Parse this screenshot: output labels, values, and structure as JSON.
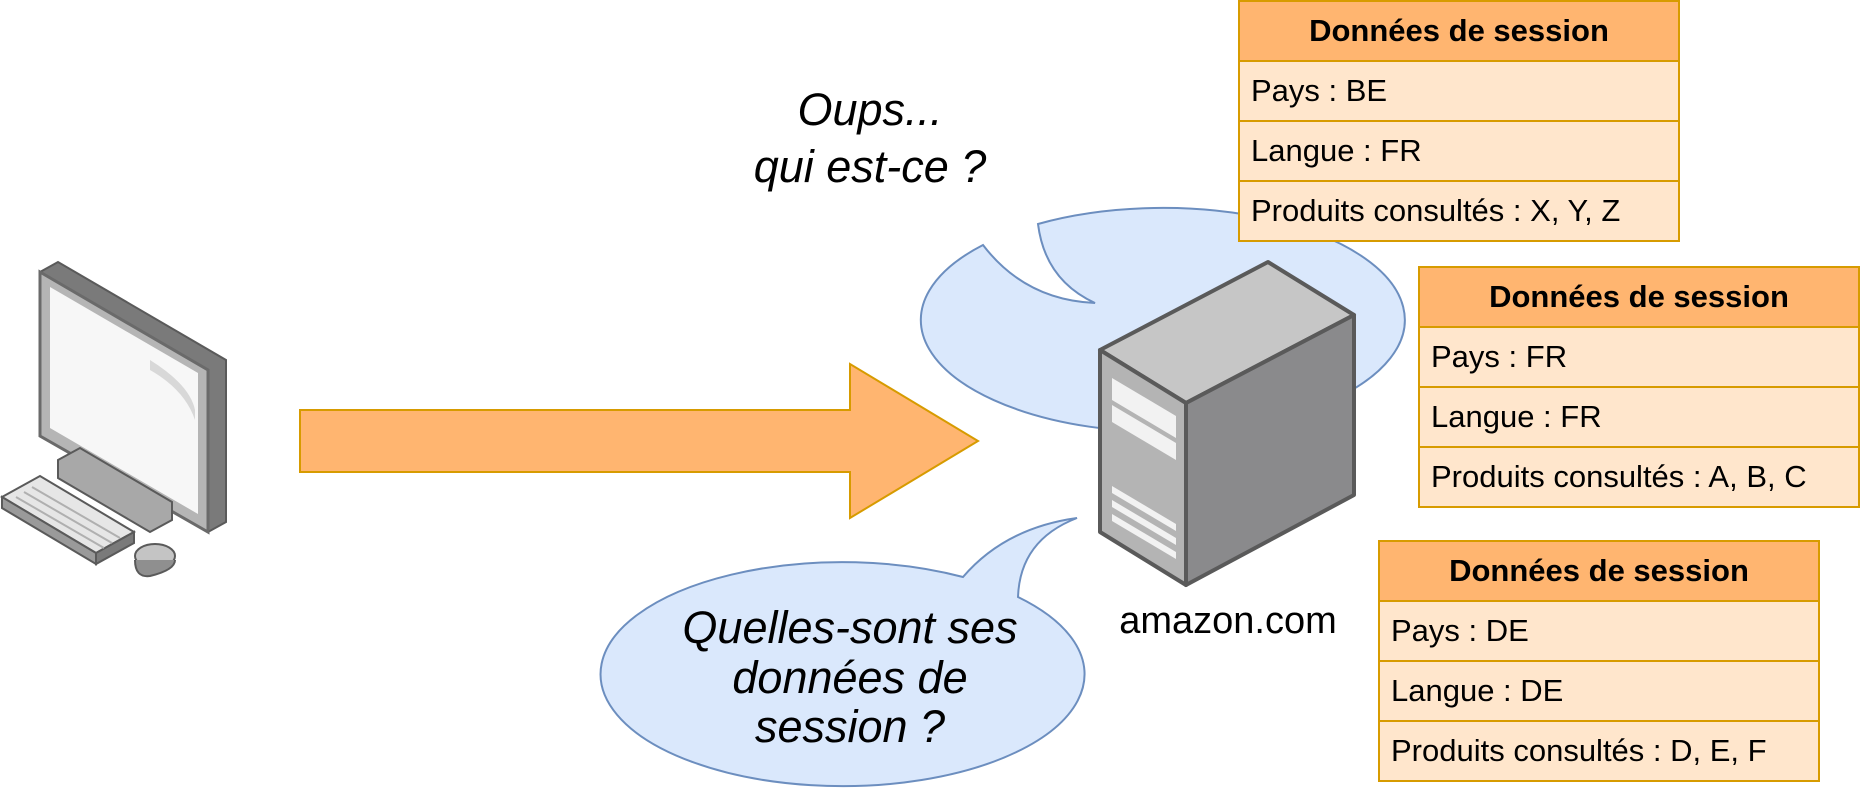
{
  "bubble_top": {
    "line1": "Oups...",
    "line2": "qui est-ce ?"
  },
  "bubble_bottom": {
    "line1": "Quelles-sont ses",
    "line2": "données de",
    "line3": "session ?"
  },
  "server": {
    "label": "amazon.com"
  },
  "colors": {
    "arrow_fill": "#ffb570",
    "arrow_stroke": "#d79b00",
    "bubble_fill": "#dae8fc",
    "bubble_stroke": "#6c8ebf",
    "table_header": "#ffb570",
    "table_body": "#ffe6cc",
    "table_border": "#d79b00"
  },
  "sessions": [
    {
      "title": "Données de session",
      "pays": "Pays : BE",
      "langue": "Langue : FR",
      "produits": "Produits consultés : X, Y, Z"
    },
    {
      "title": "Données de session",
      "pays": "Pays : FR",
      "langue": "Langue : FR",
      "produits": "Produits consultés : A, B, C"
    },
    {
      "title": "Données de session",
      "pays": "Pays : DE",
      "langue": "Langue : DE",
      "produits": "Produits consultés : D, E, F"
    }
  ]
}
